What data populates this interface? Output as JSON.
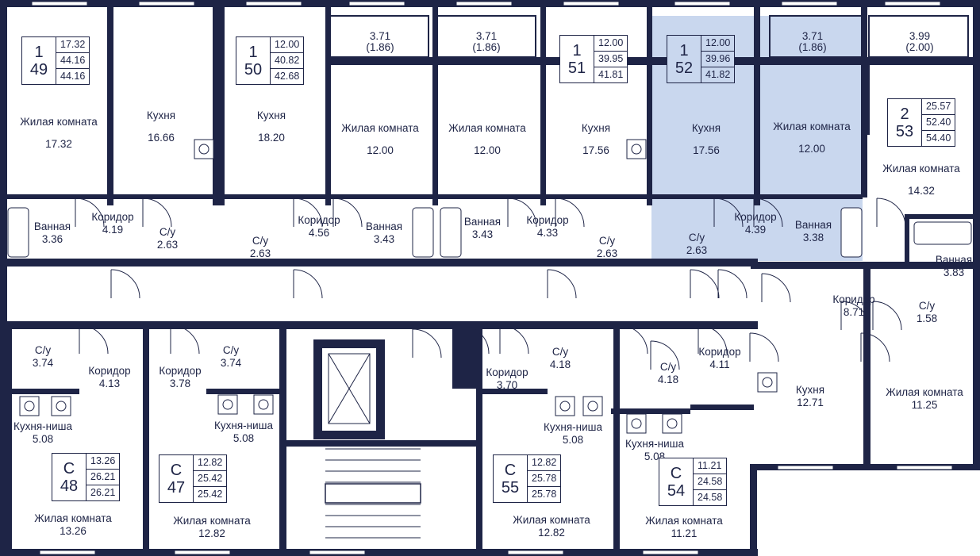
{
  "colors": {
    "wall": "#1e2446",
    "highlight": "#c9d7ee",
    "background": "#ffffff"
  },
  "apartments": [
    {
      "id": "49",
      "rooms": "1",
      "areas": [
        "17.32",
        "44.16",
        "44.16"
      ],
      "highlighted": false
    },
    {
      "id": "50",
      "rooms": "1",
      "areas": [
        "12.00",
        "40.82",
        "42.68"
      ],
      "highlighted": false
    },
    {
      "id": "51",
      "rooms": "1",
      "areas": [
        "12.00",
        "39.95",
        "41.81"
      ],
      "highlighted": false
    },
    {
      "id": "52",
      "rooms": "1",
      "areas": [
        "12.00",
        "39.96",
        "41.82"
      ],
      "highlighted": true
    },
    {
      "id": "53",
      "rooms": "2",
      "areas": [
        "25.57",
        "52.40",
        "54.40"
      ],
      "highlighted": false
    },
    {
      "id": "48",
      "rooms": "С",
      "areas": [
        "13.26",
        "26.21",
        "26.21"
      ],
      "highlighted": false
    },
    {
      "id": "47",
      "rooms": "С",
      "areas": [
        "12.82",
        "25.42",
        "25.42"
      ],
      "highlighted": false
    },
    {
      "id": "55",
      "rooms": "С",
      "areas": [
        "12.82",
        "25.78",
        "25.78"
      ],
      "highlighted": false
    },
    {
      "id": "54",
      "rooms": "С",
      "areas": [
        "11.21",
        "24.58",
        "24.58"
      ],
      "highlighted": false
    }
  ],
  "rooms": [
    {
      "name": "Жилая комната",
      "area": "17.32"
    },
    {
      "name": "Кухня",
      "area": "16.66"
    },
    {
      "name": "Кухня",
      "area": "18.20"
    },
    {
      "name": "",
      "area": "3.71"
    },
    {
      "name": "",
      "area": "(1.86)"
    },
    {
      "name": "",
      "area": "3.71"
    },
    {
      "name": "",
      "area": "(1.86)"
    },
    {
      "name": "Жилая комната",
      "area": "12.00"
    },
    {
      "name": "Жилая комната",
      "area": "12.00"
    },
    {
      "name": "Кухня",
      "area": "17.56"
    },
    {
      "name": "Кухня",
      "area": "17.56"
    },
    {
      "name": "",
      "area": "3.71"
    },
    {
      "name": "",
      "area": "(1.86)"
    },
    {
      "name": "",
      "area": "3.99"
    },
    {
      "name": "",
      "area": "(2.00)"
    },
    {
      "name": "Жилая комната",
      "area": "12.00"
    },
    {
      "name": "Жилая комната",
      "area": "14.32"
    },
    {
      "name": "Ванная",
      "area": "3.36"
    },
    {
      "name": "Коридор",
      "area": "4.19"
    },
    {
      "name": "С/у",
      "area": "2.63"
    },
    {
      "name": "С/у",
      "area": "2.63"
    },
    {
      "name": "Коридор",
      "area": "4.56"
    },
    {
      "name": "Ванная",
      "area": "3.43"
    },
    {
      "name": "Ванная",
      "area": "3.43"
    },
    {
      "name": "Коридор",
      "area": "4.33"
    },
    {
      "name": "С/у",
      "area": "2.63"
    },
    {
      "name": "С/у",
      "area": "2.63"
    },
    {
      "name": "Коридор",
      "area": "4.39"
    },
    {
      "name": "Ванная",
      "area": "3.38"
    },
    {
      "name": "Ванная",
      "area": "3.83"
    },
    {
      "name": "Коридор",
      "area": "8.71"
    },
    {
      "name": "С/у",
      "area": "1.58"
    },
    {
      "name": "С/у",
      "area": "3.74"
    },
    {
      "name": "Коридор",
      "area": "4.13"
    },
    {
      "name": "Коридор",
      "area": "3.78"
    },
    {
      "name": "С/у",
      "area": "3.74"
    },
    {
      "name": "Коридор",
      "area": "3.70"
    },
    {
      "name": "С/у",
      "area": "4.18"
    },
    {
      "name": "С/у",
      "area": "4.18"
    },
    {
      "name": "Коридор",
      "area": "4.11"
    },
    {
      "name": "Кухня",
      "area": "12.71"
    },
    {
      "name": "Жилая комната",
      "area": "11.25"
    },
    {
      "name": "Кухня-ниша",
      "area": "5.08"
    },
    {
      "name": "Кухня-ниша",
      "area": "5.08"
    },
    {
      "name": "Кухня-ниша",
      "area": "5.08"
    },
    {
      "name": "Кухня-ниша",
      "area": "5.08"
    },
    {
      "name": "Жилая комната",
      "area": "13.26"
    },
    {
      "name": "Жилая комната",
      "area": "12.82"
    },
    {
      "name": "Жилая комната",
      "area": "12.82"
    },
    {
      "name": "Жилая комната",
      "area": "11.21"
    }
  ]
}
